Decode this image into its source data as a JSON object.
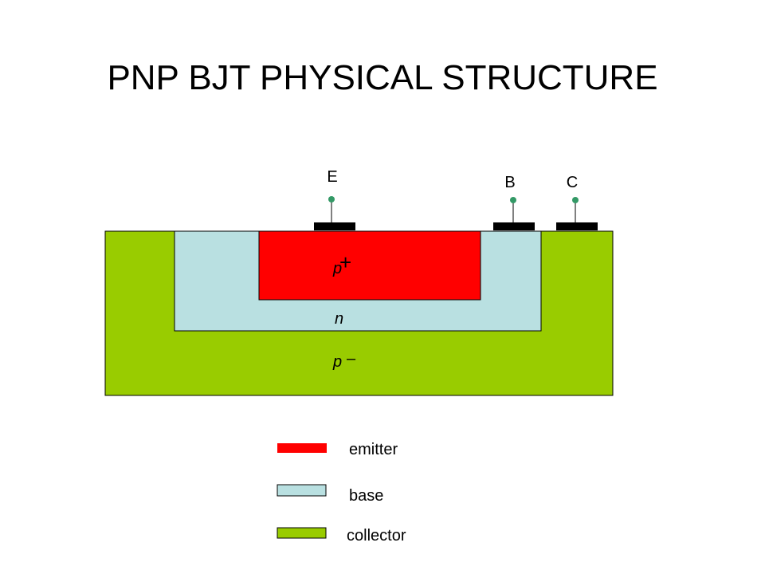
{
  "title": "PNP BJT PHYSICAL STRUCTURE",
  "terminals": {
    "emitter": "E",
    "base": "B",
    "collector": "C"
  },
  "regions": {
    "emitter_label": "p",
    "emitter_superscript": "+",
    "base_label": "n",
    "collector_label": "p",
    "collector_superscript": "–"
  },
  "legend": [
    {
      "label": "emitter",
      "color": "#ff0000"
    },
    {
      "label": "base",
      "color": "#b9e0e1"
    },
    {
      "label": "collector",
      "color": "#99cc00"
    }
  ],
  "colors": {
    "emitter": "#ff0000",
    "base": "#b9e0e1",
    "collector": "#99cc00",
    "contact": "#000000"
  }
}
